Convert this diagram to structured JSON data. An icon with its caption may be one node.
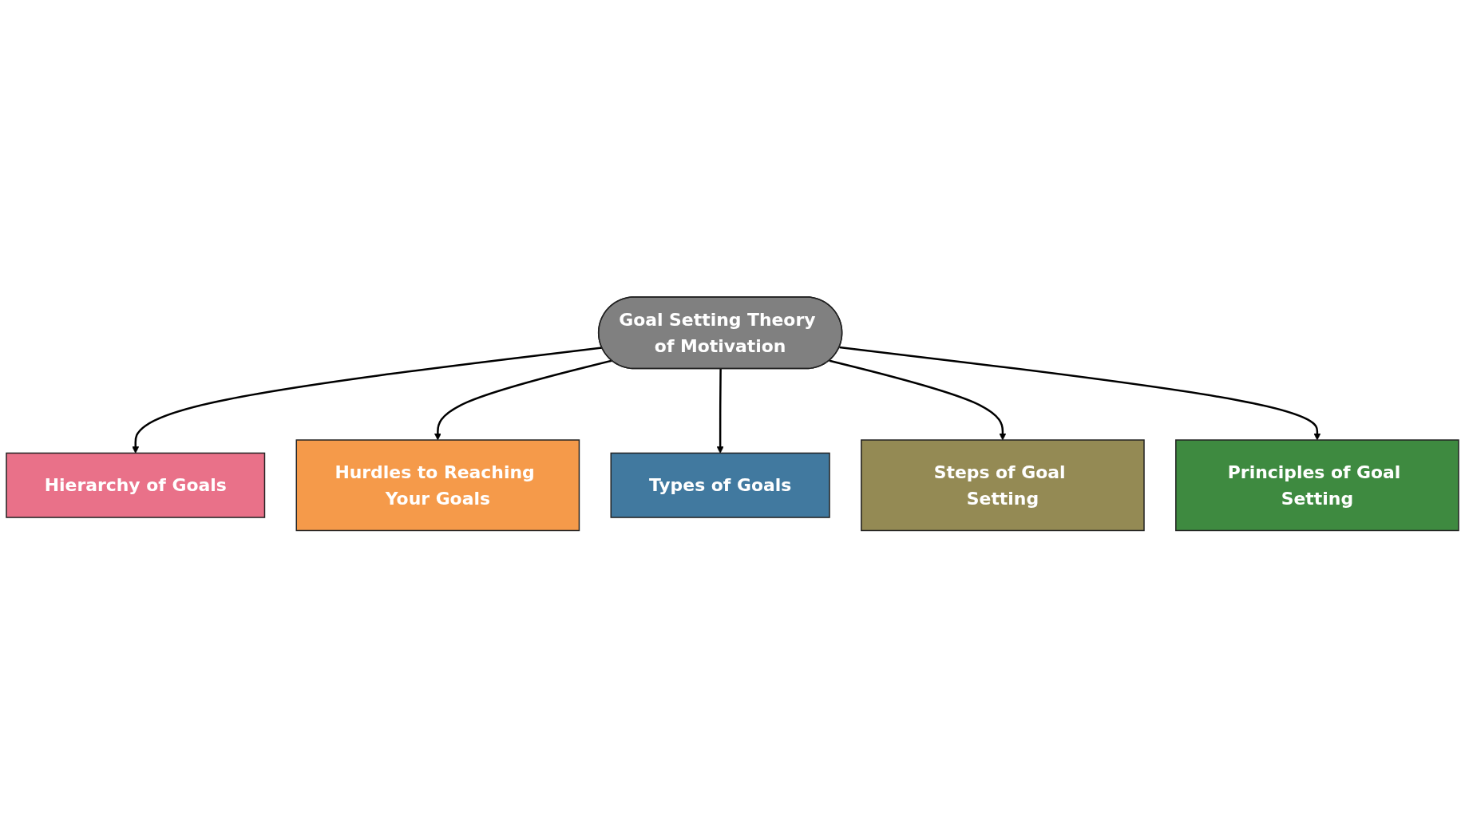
{
  "diagram": {
    "nodes": [
      {
        "text": [
          "Hierarchy of Goals"
        ]
      },
      {
        "text": [
          "Hurdles to Reaching Your Goals"
        ]
      },
      {
        "text": [
          "Types of Goals"
        ]
      },
      {
        "text": [
          "Goal Setting Theory of Motivation"
        ]
      },
      {
        "text": [
          "Steps of Goal Setting"
        ]
      },
      {
        "text": [
          "Principles of Goal Setting"
        ]
      }
    ],
    "edges": [
      {
        "from": 3,
        "to": 0,
        "arrow": "to"
      },
      {
        "from": 3,
        "to": 1,
        "arrow": "to"
      },
      {
        "from": 3,
        "to": 2,
        "arrow": "to"
      },
      {
        "from": 3,
        "to": 4,
        "arrow": "to"
      },
      {
        "from": 3,
        "to": 5,
        "arrow": "to"
      }
    ]
  }
}
